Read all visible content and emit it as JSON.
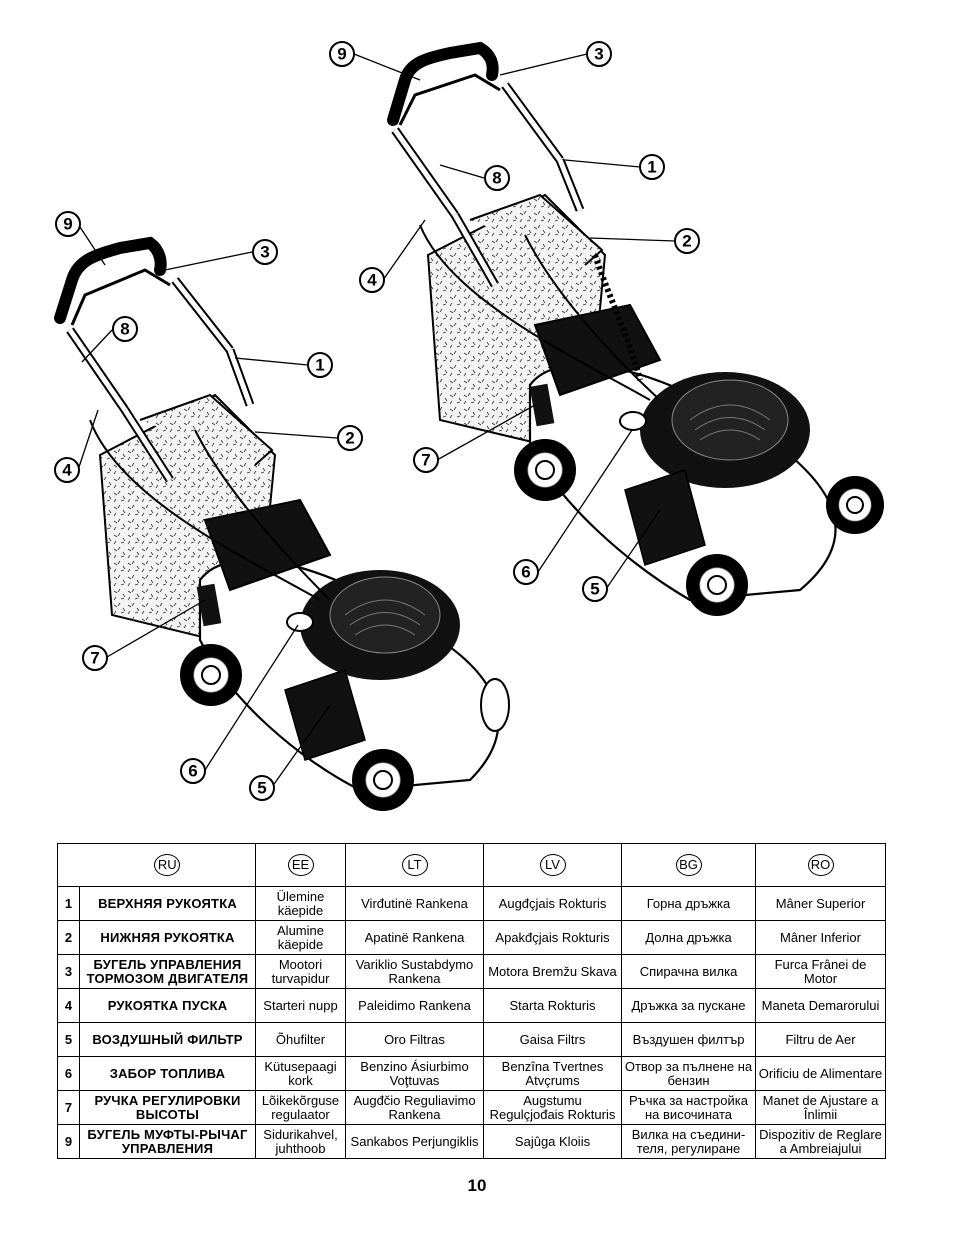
{
  "illustration": {
    "left_mower_callouts": [
      "9",
      "3",
      "8",
      "1",
      "4",
      "2",
      "7",
      "6",
      "5"
    ],
    "right_mower_callouts": [
      "9",
      "3",
      "8",
      "1",
      "4",
      "2",
      "7",
      "6",
      "5"
    ]
  },
  "table": {
    "languages": [
      "RU",
      "EE",
      "LT",
      "LV",
      "BG",
      "RO"
    ],
    "rows": [
      {
        "num": "1",
        "cells": [
          "ВЕРХНЯЯ РУКОЯТКА",
          "Ülemine käepide",
          "Virđutinë Rankena",
          "Augđçjais Rokturis",
          "Горна дръжка",
          "Mâner Superior"
        ]
      },
      {
        "num": "2",
        "cells": [
          "НИЖНЯЯ РУКОЯТКА",
          "Alumine käepide",
          "Apatinë Rankena",
          "Apakđçjais Rokturis",
          "Долна дръжка",
          "Mâner Inferior"
        ]
      },
      {
        "num": "3",
        "cells": [
          "БУГЕЛЬ УПРАВЛЕНИЯ ТОРМОЗОМ ДВИГАТЕЛЯ",
          "Mootori turvapidur",
          "Variklio Sustabdymo Rankena",
          "Motora Bremžu Skava",
          "Спирачна вилка",
          "Furca Frânei de Motor"
        ]
      },
      {
        "num": "4",
        "cells": [
          "РУКОЯТКА ПУСКА",
          "Starteri nupp",
          "Paleidimo Rankena",
          "Starta Rokturis",
          "Дръжка за пускане",
          "Maneta Demarorului"
        ]
      },
      {
        "num": "5",
        "cells": [
          "ВОЗДУШНЫЙ ФИЛЬТР",
          "Õhufilter",
          "Oro Filtras",
          "Gaisa Filtrs",
          "Въздушен филтър",
          "Filtru de Aer"
        ]
      },
      {
        "num": "6",
        "cells": [
          "ЗАБОР ТОПЛИВА",
          "Kütusepaagi kork",
          "Benzino Ásiurbimo Voţtuvas",
          "Benzîna Tvertnes Atvçrums",
          "Отвор за пълнене на бензин",
          "Orificiu de Alimentare"
        ]
      },
      {
        "num": "7",
        "cells": [
          "РУЧКА РЕГУЛИРОВКИ ВЫСОТЫ",
          "Lõikekõrguse regulaator",
          "Augđčio Reguliavimo Rankena",
          "Augstumu Regulçjođais Rokturis",
          "Ръчка за настройка на височината",
          "Manet de Ajustare a Înlimii"
        ]
      },
      {
        "num": "9",
        "cells": [
          "БУГЕЛЬ МУФТЫ-РЫЧАГ УПРАВЛЕНИЯ",
          "Sidurikahvel, juhthoob",
          "Sankabos Perjungiklis",
          "Sajûga Kloiis",
          "Вилка на съедини-теля, регулиране",
          "Dispozitiv de Reglare a Ambreiajului"
        ]
      }
    ]
  },
  "page_number": "10"
}
